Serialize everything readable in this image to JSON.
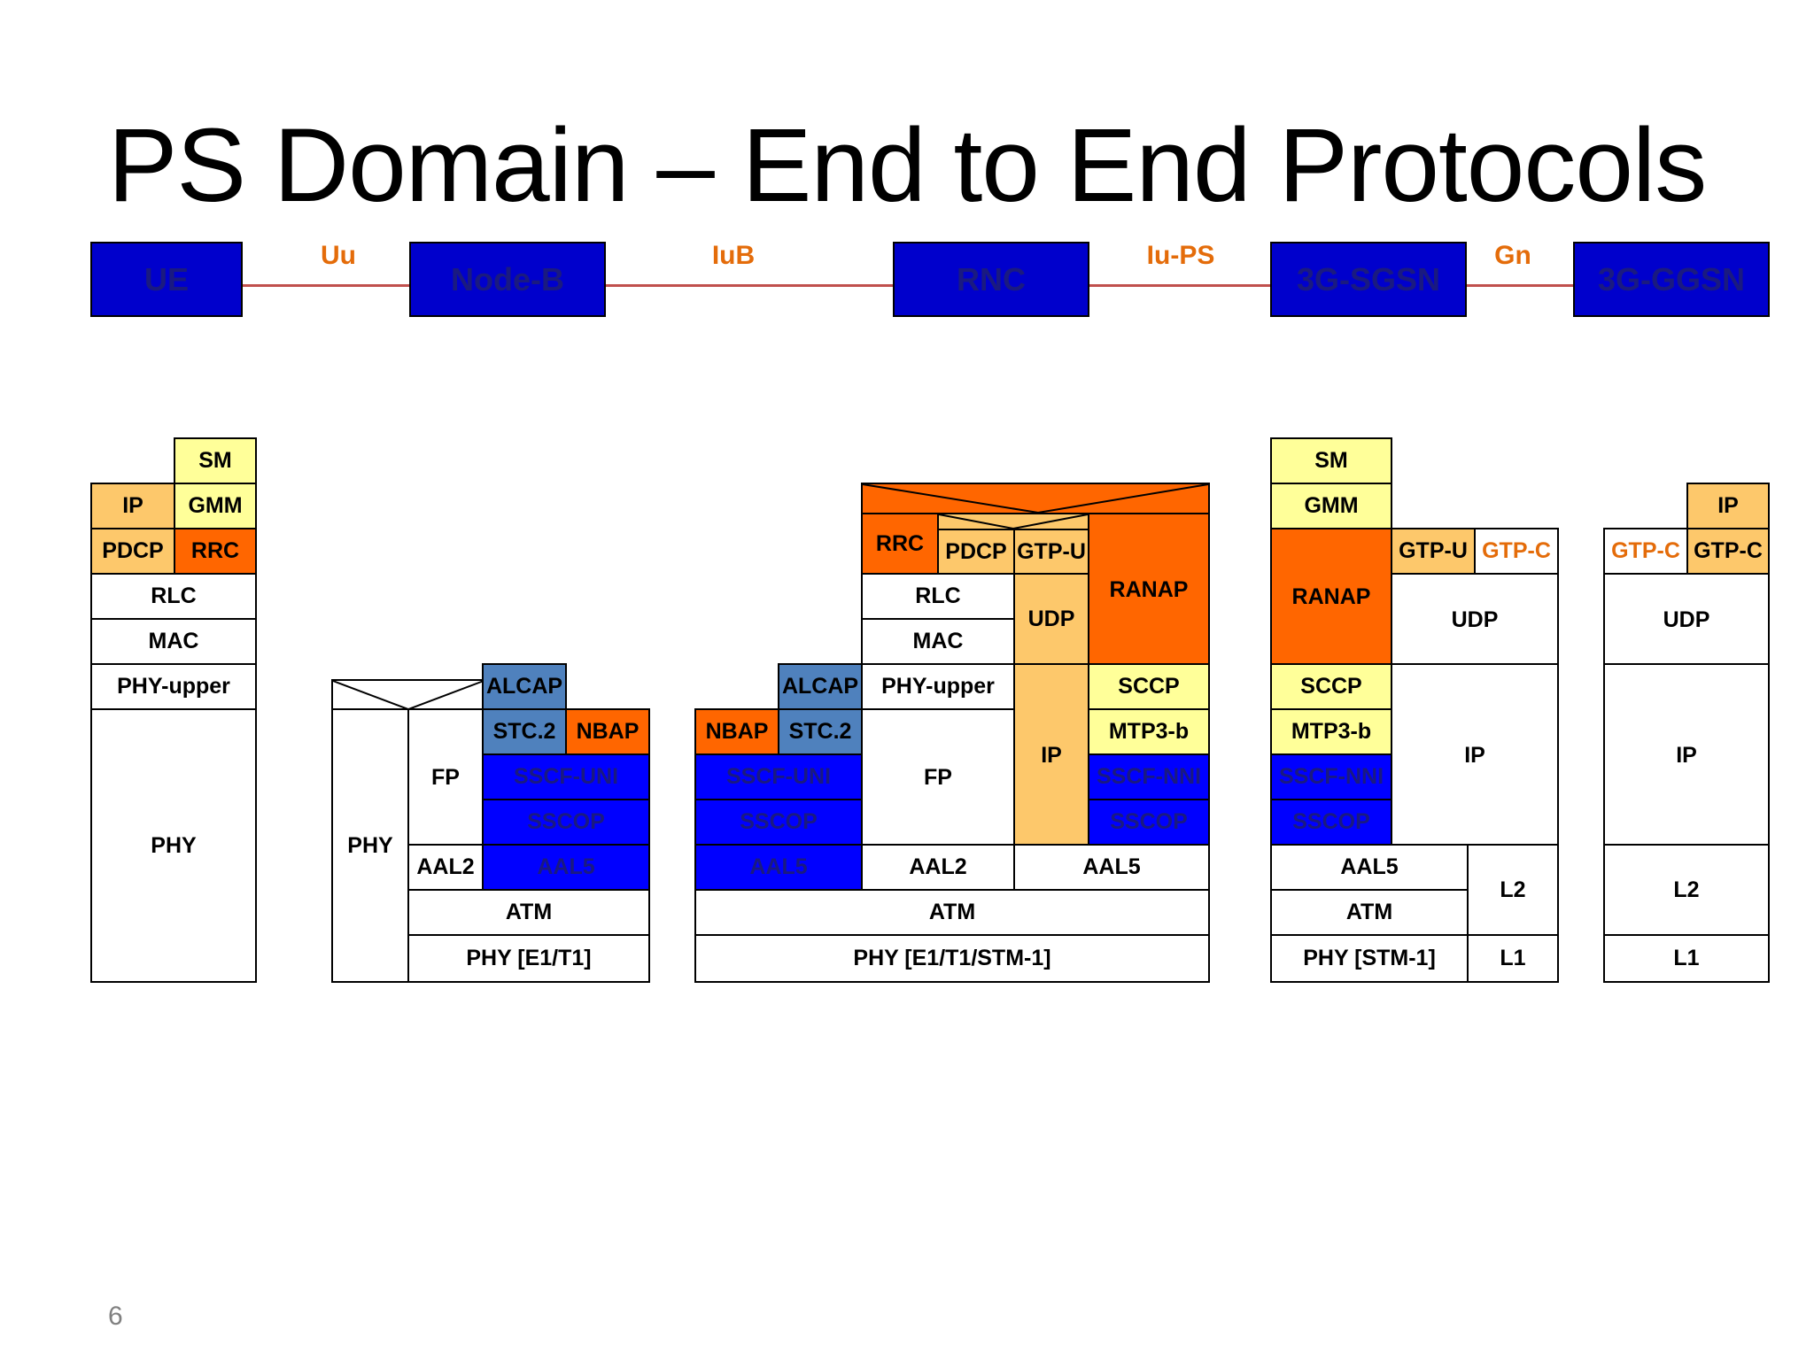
{
  "title": "PS Domain – End to End Protocols",
  "page_number": "6",
  "nodes": [
    "UE",
    "Node-B",
    "RNC",
    "3G-SGSN",
    "3G-GGSN"
  ],
  "interfaces": [
    "Uu",
    "IuB",
    "Iu-PS",
    "Gn"
  ],
  "colors": {
    "node_blue": "#0000cc",
    "interface_line": "#c0504d",
    "interface_text": "#e46c0a",
    "light_yellow": "#ffff99",
    "light_orange": "#fdc86b",
    "orange": "#ff6600",
    "steel_blue": "#4f81bd",
    "blue": "#0000ff"
  },
  "stacks": {
    "ue": {
      "sm": "SM",
      "ip": "IP",
      "gmm": "GMM",
      "pdcp": "PDCP",
      "rrc": "RRC",
      "rlc": "RLC",
      "mac": "MAC",
      "phy_upper": "PHY-upper",
      "phy": "PHY"
    },
    "nodeb": {
      "phy_left": "PHY",
      "alcap": "ALCAP",
      "stc2": "STC.2",
      "nbap": "NBAP",
      "fp": "FP",
      "sscf_uni": "SSCF-UNI",
      "sscop": "SSCOP",
      "aal2": "AAL2",
      "aal5": "AAL5",
      "atm": "ATM",
      "phy": "PHY [E1/T1]"
    },
    "rnc": {
      "nbap": "NBAP",
      "alcap": "ALCAP",
      "stc2": "STC.2",
      "sscf_uni": "SSCF-UNI",
      "sscop_left": "SSCOP",
      "aal5_left": "AAL5",
      "rrc": "RRC",
      "pdcp": "PDCP",
      "gtpu": "GTP-U",
      "rlc": "RLC",
      "mac": "MAC",
      "phy_upper": "PHY-upper",
      "fp": "FP",
      "aal2": "AAL2",
      "udp": "UDP",
      "ip": "IP",
      "ranap": "RANAP",
      "sccp": "SCCP",
      "mtp3b": "MTP3-b",
      "sscf_nni": "SSCF-NNI",
      "sscop_right": "SSCOP",
      "aal5_right": "AAL5",
      "atm": "ATM",
      "phy": "PHY [E1/T1/STM-1]"
    },
    "sgsn": {
      "sm": "SM",
      "gmm": "GMM",
      "ranap": "RANAP",
      "sccp": "SCCP",
      "mtp3b": "MTP3-b",
      "sscf_nni": "SSCF-NNI",
      "sscop": "SSCOP",
      "aal5": "AAL5",
      "atm": "ATM",
      "phy": "PHY [STM-1]",
      "gtpu": "GTP-U",
      "gtpc": "GTP-C",
      "udp": "UDP",
      "ip": "IP",
      "l2": "L2",
      "l1": "L1"
    },
    "ggsn": {
      "ip_top": "IP",
      "gtpc_left": "GTP-C",
      "gtpc_right": "GTP-C",
      "udp": "UDP",
      "ip": "IP",
      "l2": "L2",
      "l1": "L1"
    }
  }
}
